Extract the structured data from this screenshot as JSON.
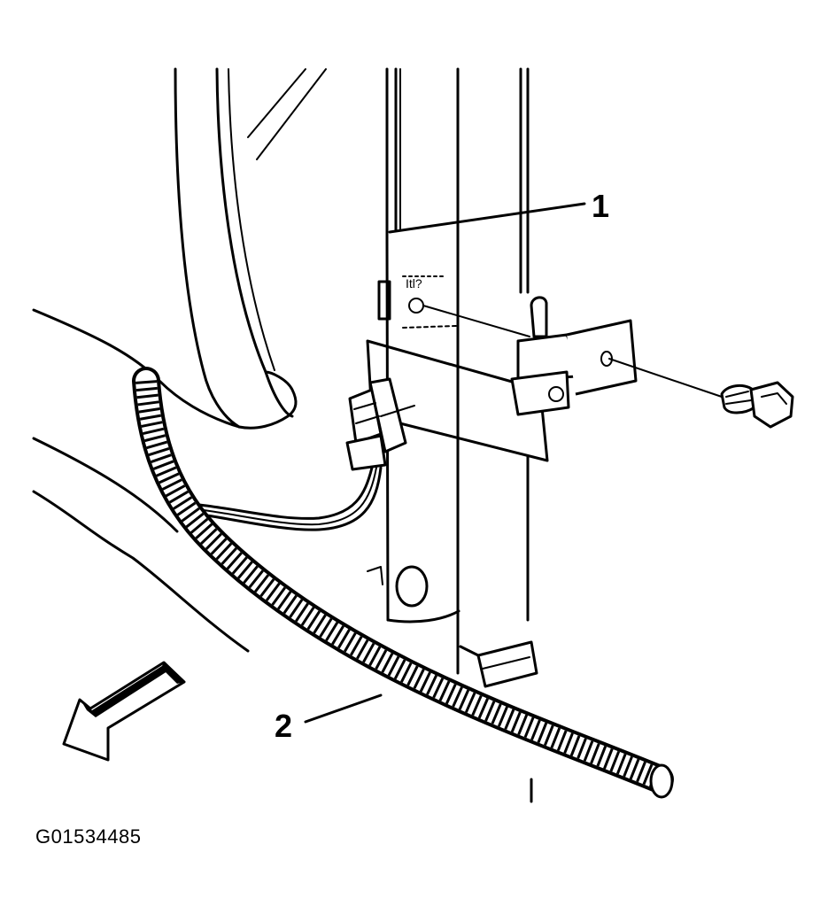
{
  "callouts": [
    {
      "number": "1"
    },
    {
      "number": "2"
    }
  ],
  "figure_id": "G01534485",
  "icons": {
    "direction_arrow": "front-direction-arrow-icon",
    "bolt": "bolt-icon"
  }
}
